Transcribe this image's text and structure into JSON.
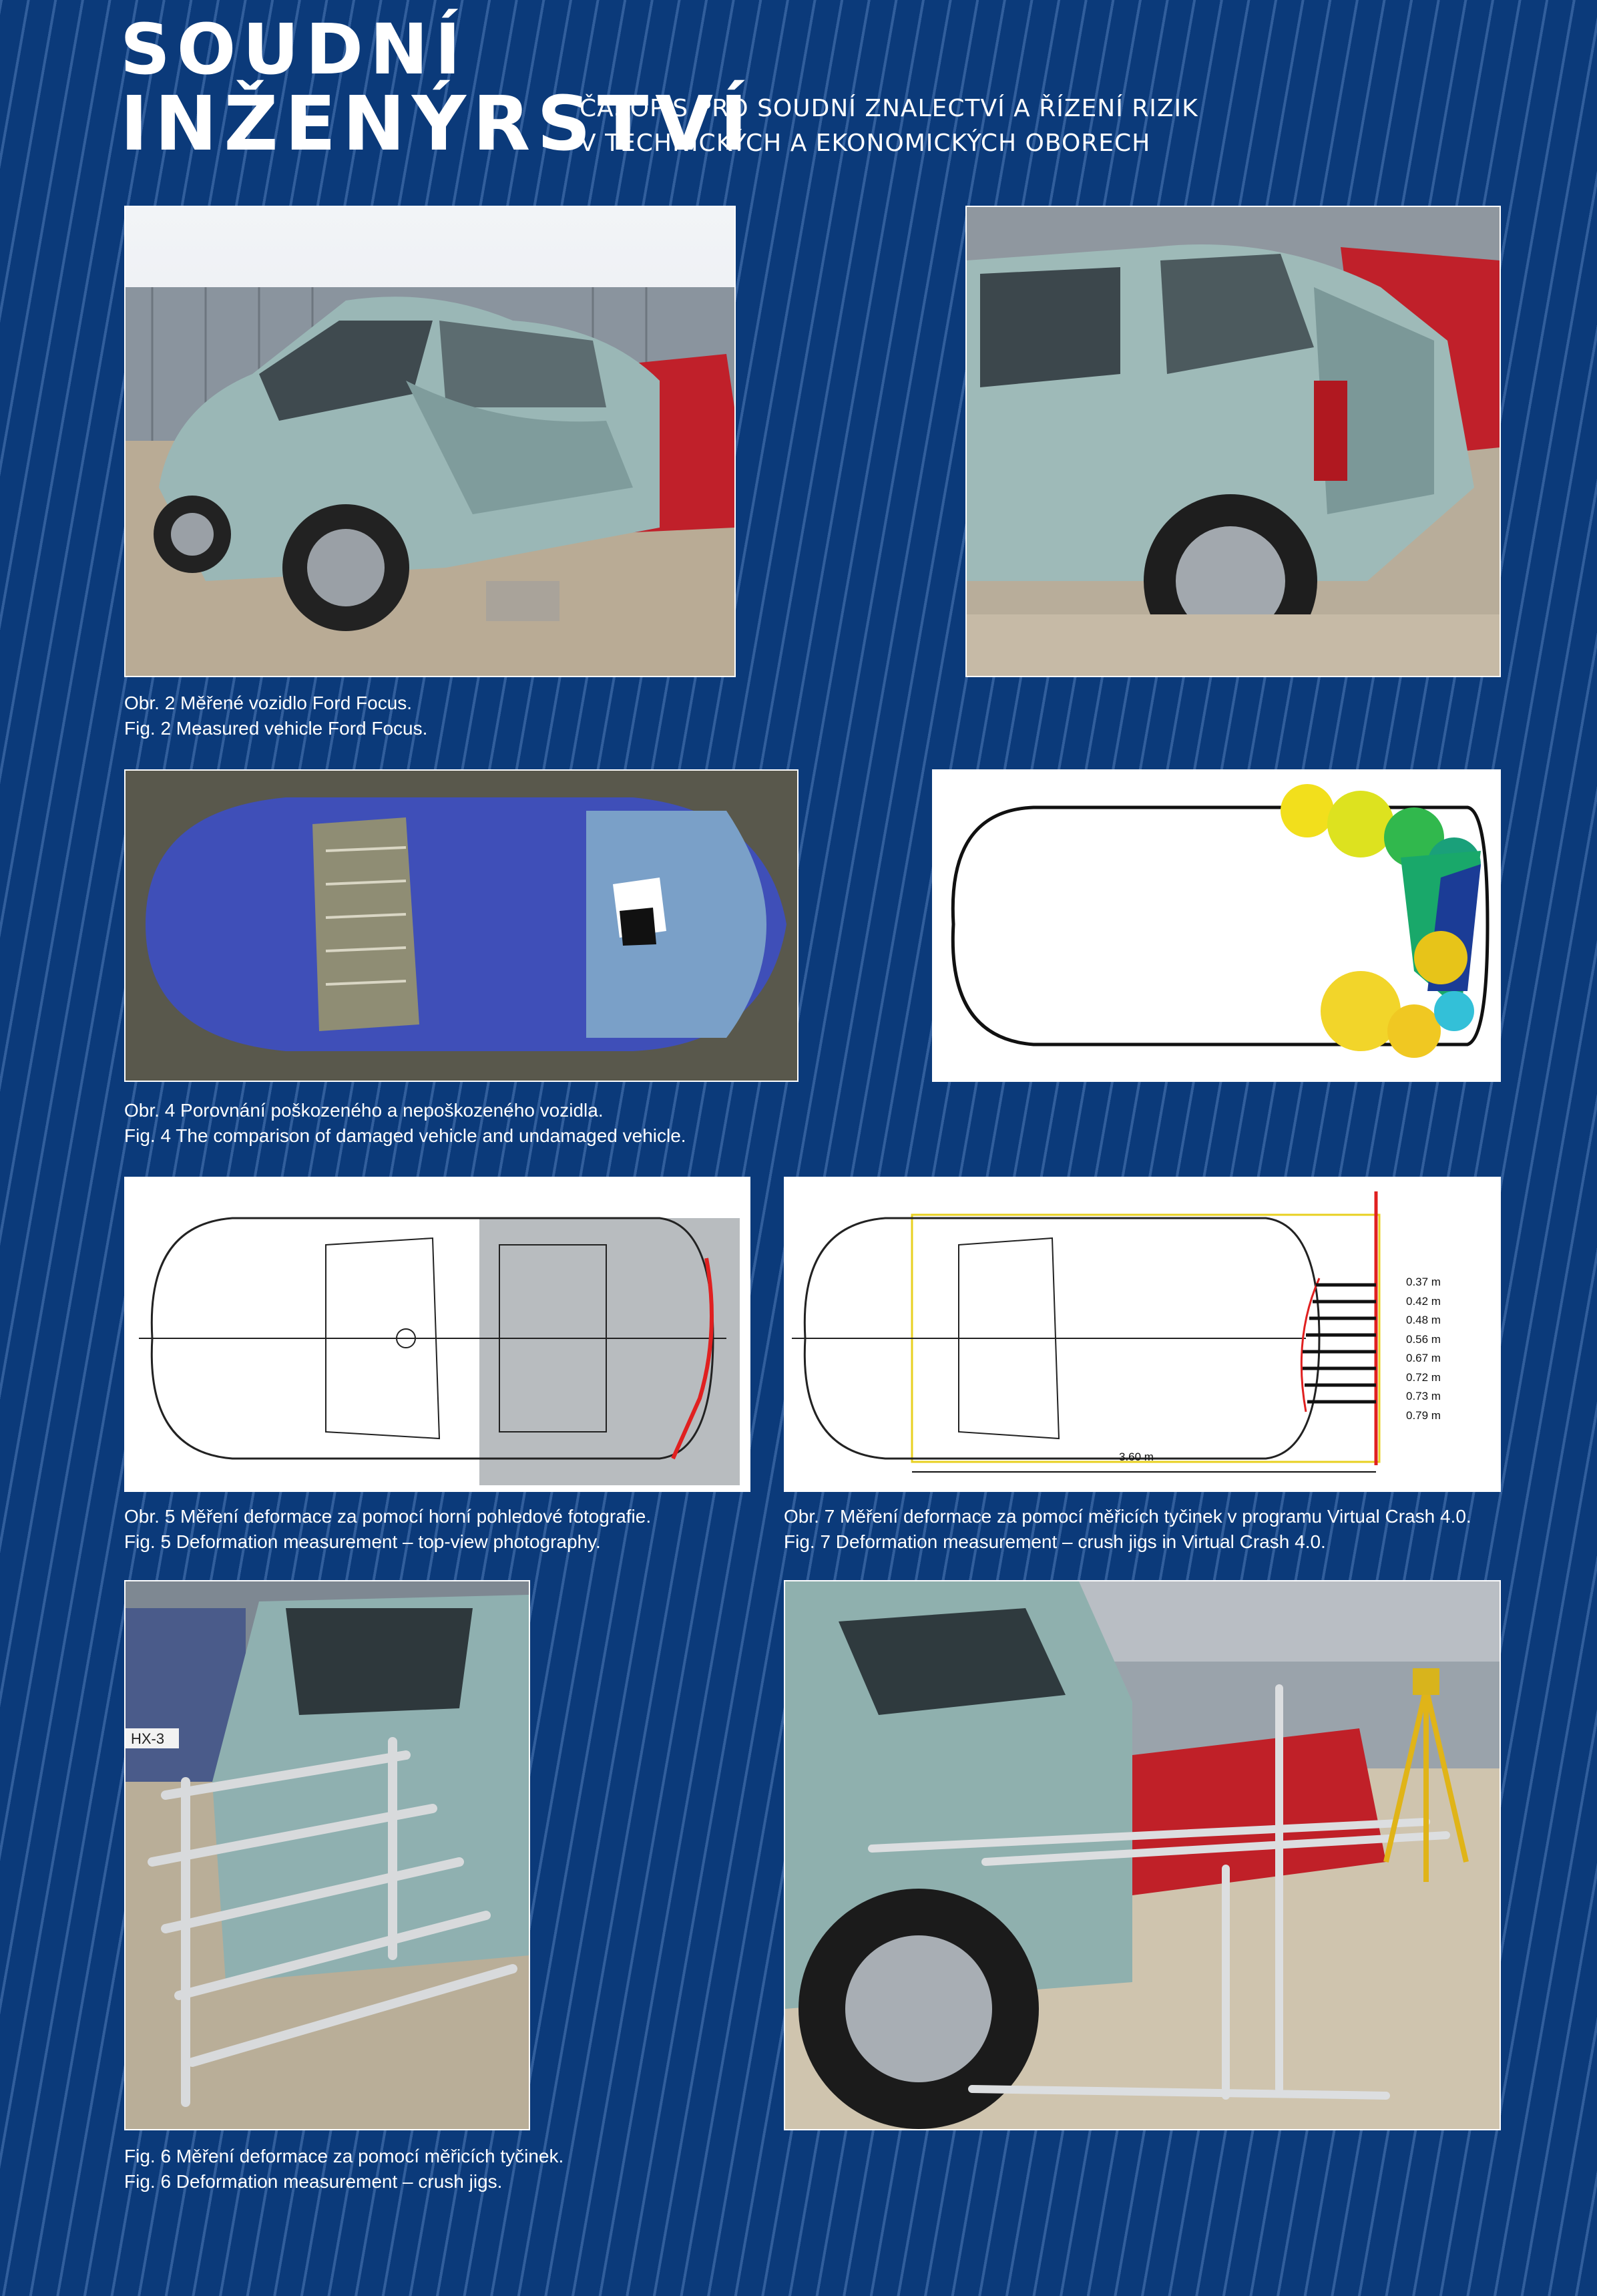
{
  "masthead": {
    "line1": "SOUDNÍ",
    "line2": "INŽENÝRSTVÍ",
    "tagline1": "ČASOPIS PRO SOUDNÍ ZNALECTVÍ A ŘÍZENÍ RIZIK",
    "tagline2": "V TECHNICKÝCH A EKONOMICKÝCH OBORECH"
  },
  "figures": {
    "fig2": {
      "cz": "Obr. 2  Měřené vozidlo Ford Focus.",
      "en": "Fig. 2  Measured vehicle Ford Focus."
    },
    "fig4": {
      "cz": "Obr. 4  Porovnání poškozeného a nepoškozeného vozidla.",
      "en": "Fig. 4  The comparison of damaged vehicle and undamaged vehicle."
    },
    "fig5": {
      "cz": "Obr. 5  Měření deformace za pomocí horní pohledové fotografie.",
      "en": "Fig. 5  Deformation measurement – top-view photography."
    },
    "fig7": {
      "cz": "Obr. 7  Měření deformace za pomocí měřicích tyčinek v programu Virtual Crash 4.0.",
      "en": "Fig. 7  Deformation measurement – crush jigs in Virtual Crash 4.0.",
      "measurements": [
        "0.37 m",
        "0.42 m",
        "0.48 m",
        "0.56 m",
        "0.67 m",
        "0.72 m",
        "0.73 m",
        "0.79 m"
      ],
      "length_label": "3.60 m"
    },
    "fig6": {
      "cz": "Fig. 6  Měření deformace za pomocí měřicích tyčinek.",
      "en": "Fig. 6  Deformation measurement – crush jigs."
    }
  },
  "photo_plates": {
    "fig2_left": "HX-3"
  },
  "colors": {
    "background": "#0b3a7a",
    "stripe": "#5a84c4",
    "text": "#ffffff",
    "deform_red": "#e02020",
    "jig_yellow": "#e8d020"
  }
}
